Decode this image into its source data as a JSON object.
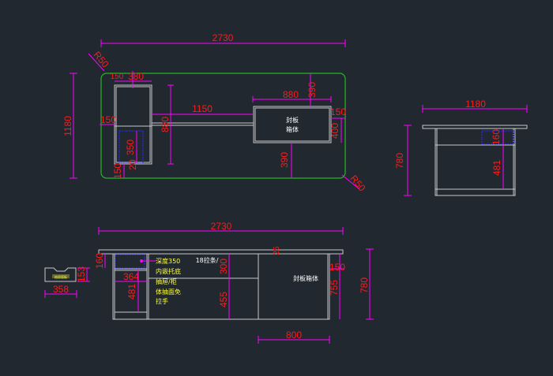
{
  "colors": {
    "background": "#212830",
    "dimension": "#ff00ff",
    "text": "#ff1a1a",
    "outline": "#25b825",
    "hidden": "#2a2aff",
    "note": "#ffff40"
  },
  "plan": {
    "width": "2730",
    "depth": "1180",
    "radius_tl": "R50",
    "radius_br": "R50",
    "cab_width": "380",
    "cab_top": "150",
    "beam": "1150",
    "cab_depth": "880",
    "left_gap": "150",
    "drawer_depth": "350",
    "drawer_gap": "20",
    "bottom_gap": "150",
    "box_width": "880",
    "box_top": "390",
    "box_right": "150",
    "box_depth": "400",
    "box_bottom": "390",
    "box_label_1": "封板",
    "box_label_2": "箱体"
  },
  "side": {
    "width": "1180",
    "height": "780",
    "drawer": "160",
    "lower": "481"
  },
  "front": {
    "width": "2730",
    "drawer_h": "160",
    "cab_w": "364",
    "lower_h": "481",
    "top_thk": "25",
    "upper_h": "300",
    "lower_part": "455",
    "right_gap": "150",
    "box_h": "755",
    "total_h": "780",
    "box_w": "800",
    "rail_note": "18拉条/",
    "box_label": "封板箱体",
    "notes": [
      "深度350",
      "内嵌托底",
      "抽屉/柜",
      "体抽面免",
      "拉手"
    ]
  },
  "drawer_detail": {
    "height": "153",
    "width": "358",
    "label": "抽屉面板"
  }
}
